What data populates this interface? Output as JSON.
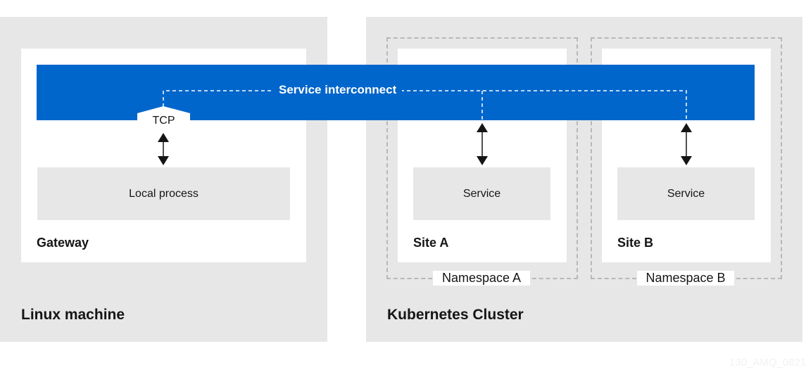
{
  "linux_machine": {
    "label": "Linux machine",
    "gateway": {
      "label": "Gateway",
      "process_label": "Local process",
      "protocol_label": "TCP"
    }
  },
  "kubernetes_cluster": {
    "label": "Kubernetes Cluster",
    "namespaces": [
      {
        "label": "Namespace A",
        "site_label": "Site A",
        "service_label": "Service"
      },
      {
        "label": "Namespace B",
        "site_label": "Site B",
        "service_label": "Service"
      }
    ]
  },
  "interconnect": {
    "label": "Service interconnect"
  },
  "watermark": "130_AMQ_0821",
  "colors": {
    "interconnect_bar": "#0066cc",
    "panel": "#e7e7e7",
    "namespace_border": "#b8b8b8",
    "text": "#151515"
  }
}
